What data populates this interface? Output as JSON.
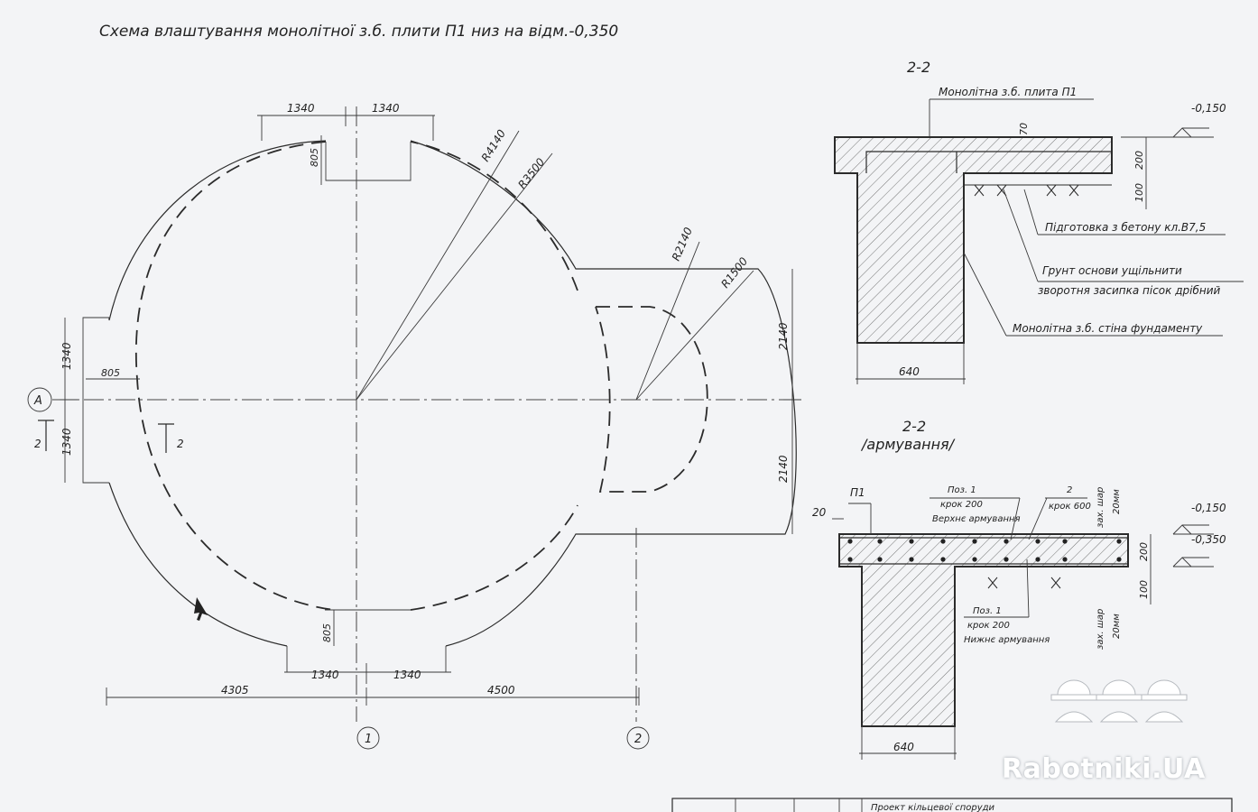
{
  "title": "Схема влаштування монолітної з.б. плити П1 низ на відм.-0,350",
  "plan": {
    "dims_top": [
      "1340",
      "1340"
    ],
    "dim_805_top": "805",
    "dims_left": [
      "1340",
      "1340"
    ],
    "dim_805_left": "805",
    "dims_bottom": [
      "1340",
      "1340"
    ],
    "dim_805_bottom": "805",
    "dims_total": [
      "4305",
      "4500"
    ],
    "dims_right": [
      "2140",
      "2140"
    ],
    "radii": [
      "R4140",
      "R3500",
      "R2140",
      "R1500"
    ],
    "axis_row": "A",
    "axis_cols": [
      "1",
      "2"
    ],
    "cut_mark": "2"
  },
  "section1": {
    "title": "2-2",
    "slab_label": "Монолітна з.б. плита П1",
    "level": "-0,150",
    "dims": [
      "70",
      "200",
      "100"
    ],
    "prep": "Підготовка з бетону кл.В7,5",
    "soil_1": "Грунт основи ущільнити",
    "soil_2": "зворотня засипка пісок дрібний",
    "wall": "Монолітна з.б. стіна фундаменту",
    "width": "640"
  },
  "section2": {
    "title": "2-2",
    "subtitle": "/армування/",
    "p1": "П1",
    "dim_20": "20",
    "top_pos": "Поз. 1",
    "top_step": "крок 200",
    "top_note": "Верхнє армування",
    "pos2": "2",
    "pos2_step": "крок 600",
    "cover": "зах. шар",
    "cover_mm": "20мм",
    "level_top": "-0,150",
    "level_bot": "-0,350",
    "dims": [
      "200",
      "100"
    ],
    "bot_pos": "Поз. 1",
    "bot_step": "крок 200",
    "bot_note": "Нижнє армування",
    "width": "640"
  },
  "stamp_text": "Проект кільцевої споруди",
  "watermark": "Rabotniki.UA"
}
